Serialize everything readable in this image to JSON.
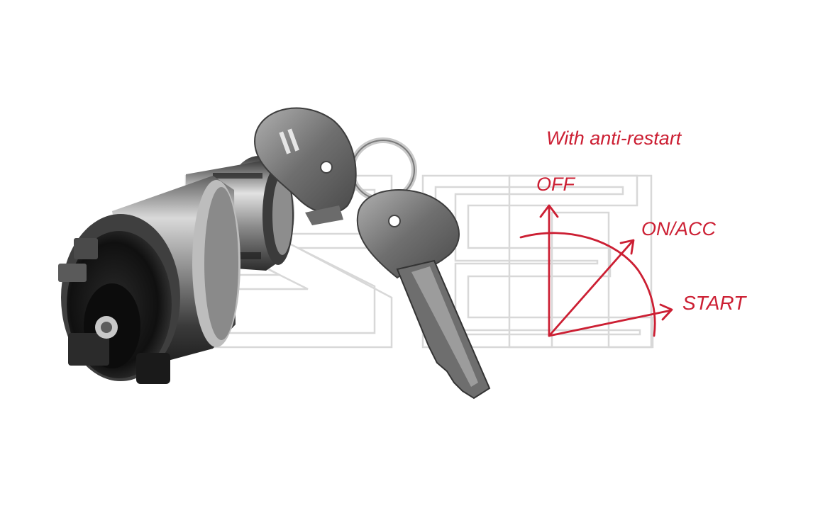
{
  "diagram": {
    "caption": "With anti-restart",
    "positions": [
      {
        "label": "OFF"
      },
      {
        "label": "ON/ACC"
      },
      {
        "label": "START"
      }
    ]
  },
  "photo": {
    "subject-icon": "ignition-switch-with-keys-photo",
    "watermark-icon": "zeb-outline-watermark"
  },
  "colors": {
    "accent": "#cc1f33",
    "background": "#ffffff",
    "watermark": "#d8d8d8",
    "metal_dark": "#1e1e1e",
    "metal_mid": "#7a7a7a",
    "metal_light": "#d4d4d4"
  }
}
